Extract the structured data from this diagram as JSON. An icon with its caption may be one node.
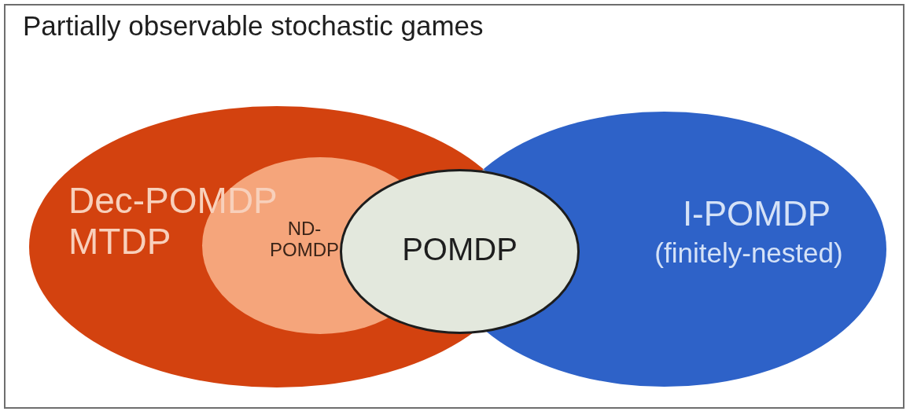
{
  "diagram": {
    "nodes": [
      {
        "text": [
          "Partially observable stochastic games"
        ]
      },
      {
        "text": [
          "Dec-POMDP MTDP"
        ],
        "in": 0
      },
      {
        "text": [
          "ND-POMDP"
        ],
        "in": 1
      },
      {
        "text": [
          "POMDP"
        ],
        "in": 0
      },
      {
        "text": [
          "I-POMDP",
          "(finitely-nested)"
        ],
        "in": 0
      }
    ]
  }
}
